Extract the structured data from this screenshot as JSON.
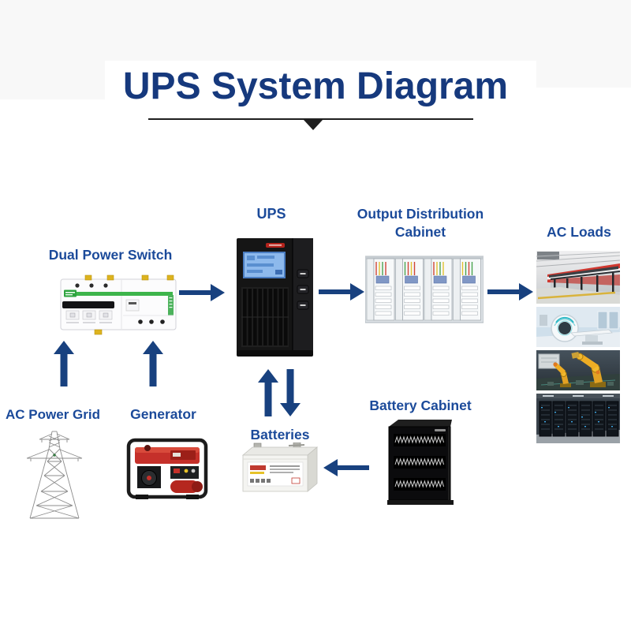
{
  "title": {
    "text": "UPS System Diagram"
  },
  "labels": {
    "dual_power_switch": "Dual Power Switch",
    "ups": "UPS",
    "output_distribution_line1": "Output Distribution",
    "output_distribution_line2": "Cabinet",
    "ac_loads": "AC Loads",
    "ac_power_grid": "AC Power Grid",
    "generator": "Generator",
    "batteries": "Batteries",
    "battery_cabinet": "Battery Cabinet"
  },
  "connections": [
    {
      "from": "Dual Power Switch",
      "to": "UPS",
      "direction": "right"
    },
    {
      "from": "UPS",
      "to": "Output Distribution Cabinet",
      "direction": "right"
    },
    {
      "from": "Output Distribution Cabinet",
      "to": "AC Loads",
      "direction": "right"
    },
    {
      "from": "AC Power Grid",
      "to": "Dual Power Switch",
      "direction": "up"
    },
    {
      "from": "Generator",
      "to": "Dual Power Switch",
      "direction": "up"
    },
    {
      "from": "UPS",
      "to": "Batteries",
      "direction": "bidirectional"
    },
    {
      "from": "Battery Cabinet",
      "to": "Batteries",
      "direction": "left"
    }
  ],
  "ac_loads_images": [
    "metro train platform",
    "ct scanner room",
    "industrial robot arms",
    "data center server racks"
  ],
  "colors": {
    "title_navy": "#16397d",
    "label_navy": "#1b4a9a",
    "arrow_blue": "#18417f",
    "underline_black": "#1f1f1f",
    "background": "#ffffff",
    "corner_gray": "#f8f8f8"
  }
}
